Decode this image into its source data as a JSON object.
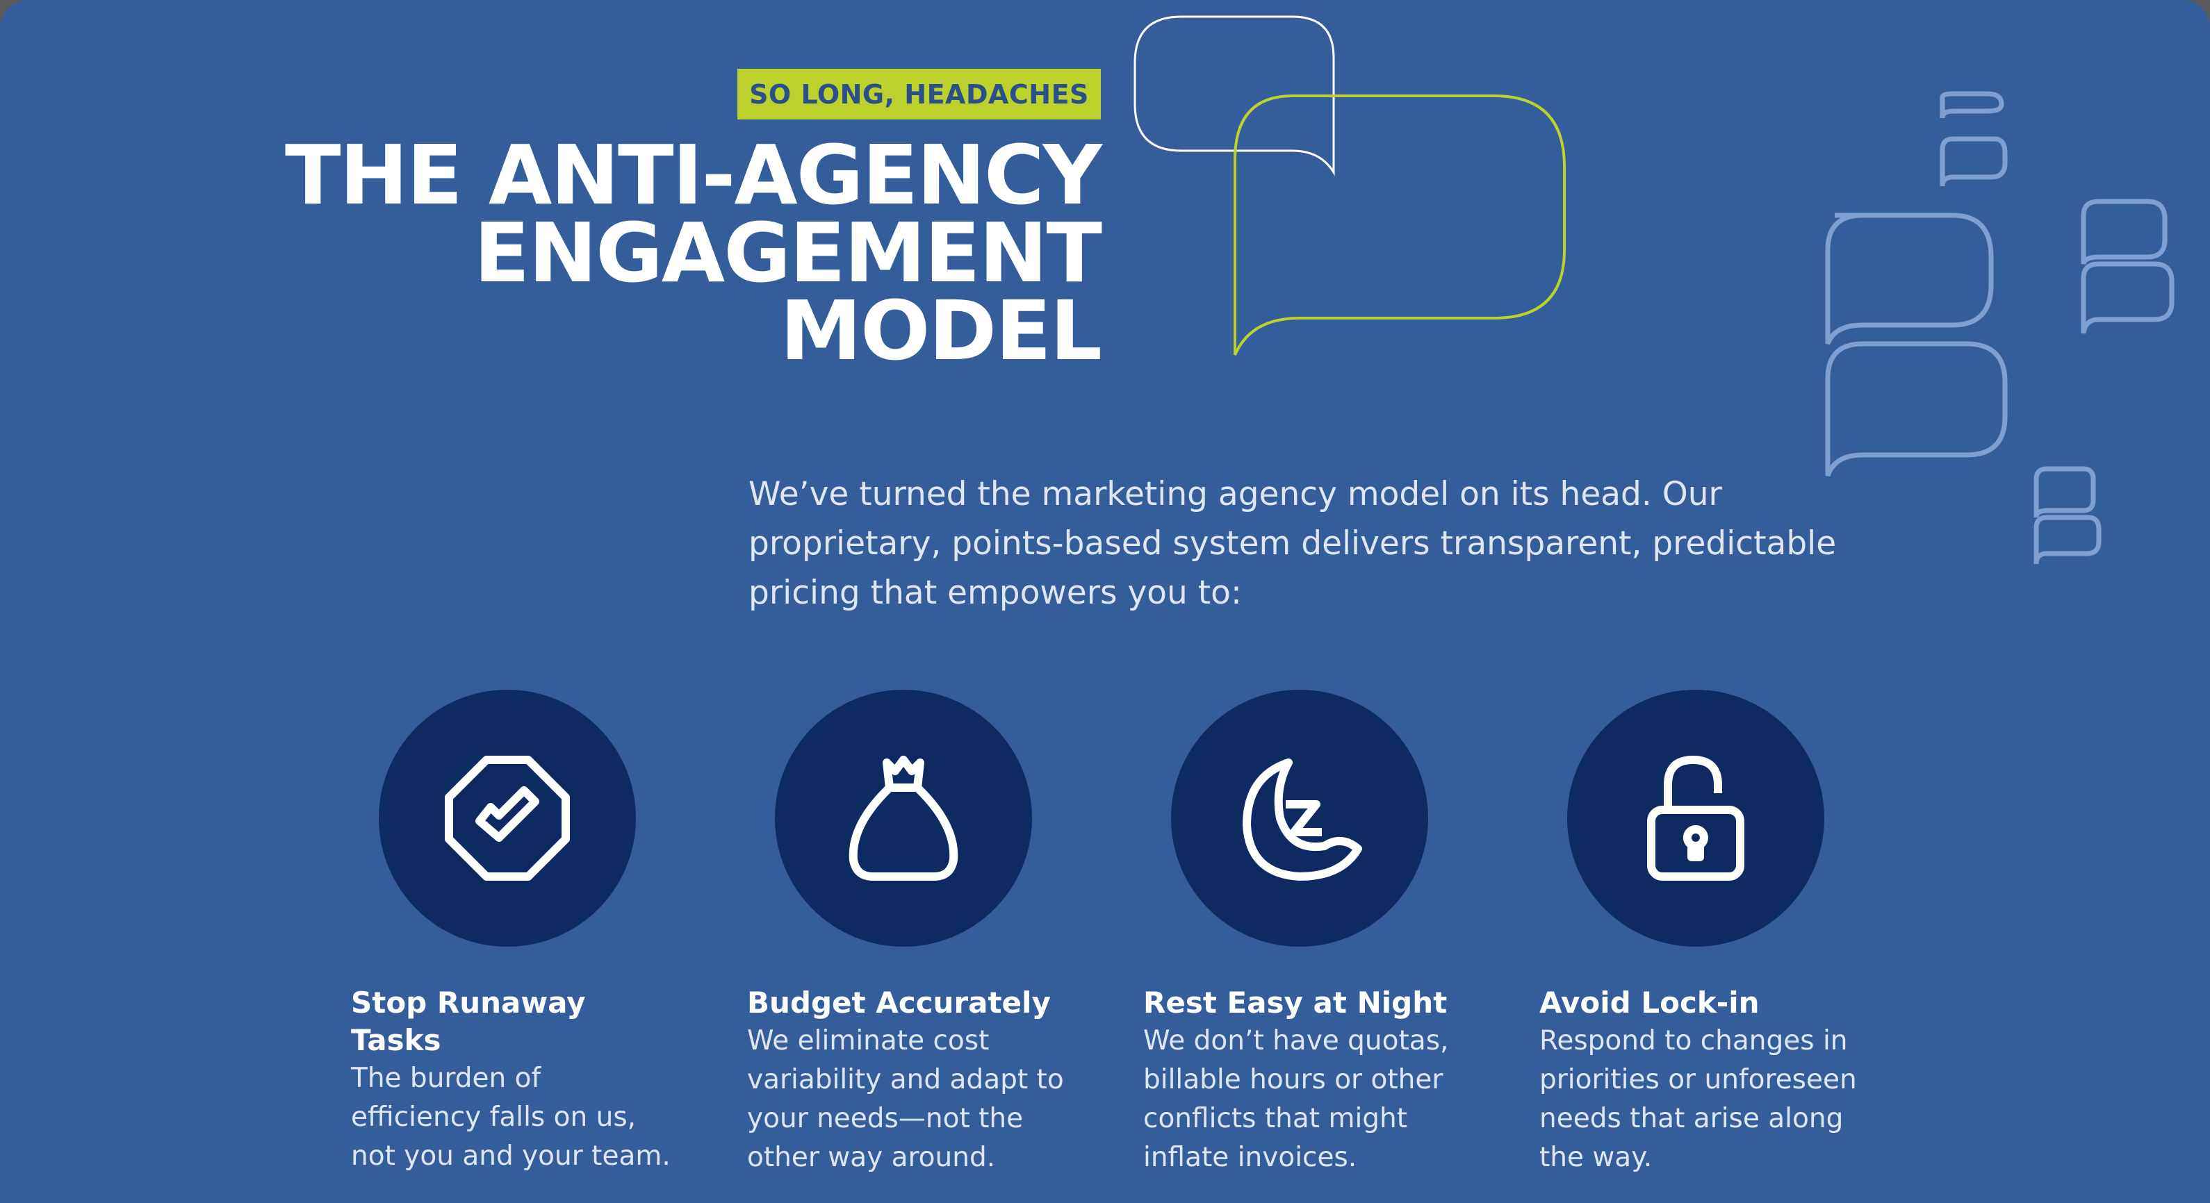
{
  "header": {
    "tag": "SO LONG, HEADACHES",
    "title_lines": [
      "THE ANTI-AGENCY",
      "ENGAGEMENT",
      "MODEL"
    ]
  },
  "intro": "We’ve turned the marketing agency model on its head. Our proprietary, points-based system delivers transparent, predictable pricing that empowers you to:",
  "features": [
    {
      "icon": "octagon-check-icon",
      "title": "Stop Runaway Tasks",
      "body": "The burden of efficiency falls on us, not you and your team."
    },
    {
      "icon": "money-bag-icon",
      "title": "Budget Accurately",
      "body": "We eliminate cost variability and adapt to your needs—not the other way around."
    },
    {
      "icon": "moon-sleep-icon",
      "title": "Rest Easy at Night",
      "body": "We don’t have quotas, billable hours or other conflicts that might inflate invoices."
    },
    {
      "icon": "unlocked-padlock-icon",
      "title": "Avoid Lock-in",
      "body": "Respond to changes in priorities or unforeseen needs that arise along the way."
    }
  ],
  "colors": {
    "background": "#345e9b",
    "circle": "#0f2a63",
    "accent": "#bdd12d",
    "decor_light": "#7f9fd3"
  }
}
